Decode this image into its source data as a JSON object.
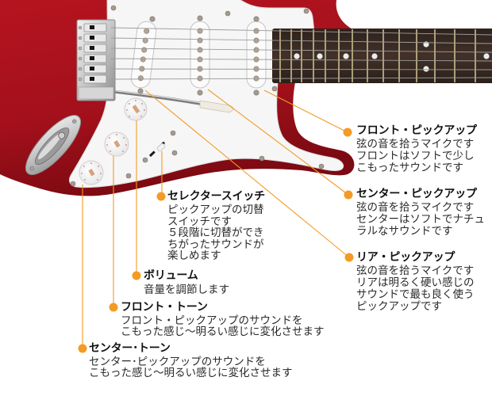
{
  "colors": {
    "accent_orange": "#f39b25",
    "body_red": "#a8121e",
    "pickguard_white": "#f6f6f6",
    "fretboard": "#3a2b24",
    "fret": "#cbbd8e",
    "heading_text": "#111111",
    "body_text": "#2a2a2a"
  },
  "annotations": {
    "front_pickup": {
      "title": "フロント・ピックアップ",
      "lines": [
        "弦の音を拾うマイクです",
        "フロントはソフトで少し",
        "こもったサウンドです"
      ]
    },
    "center_pickup": {
      "title": "センター・ピックアップ",
      "lines": [
        "弦の音を拾うマイクです",
        "センターはソフトでナチュ",
        "ラルなサウンドです"
      ]
    },
    "rear_pickup": {
      "title": "リア・ピックアップ",
      "lines": [
        "弦の音を拾うマイクです",
        "リアは明るく硬い感じの",
        "サウンドで最も良く使う",
        "ピックアップです"
      ]
    },
    "selector_switch": {
      "title": "セレクタースイッチ",
      "lines": [
        "ピックアップの切替",
        "スイッチです",
        "５段階に切替ができ",
        "ちがったサウンドが",
        "楽しめます"
      ]
    },
    "volume": {
      "title": "ボリューム",
      "lines": [
        "音量を調節します"
      ]
    },
    "front_tone": {
      "title": "フロント・トーン",
      "lines": [
        "フロント・ピックアップのサウンドを",
        "こもった感じ〜明るい感じに変化させます"
      ]
    },
    "center_tone": {
      "title": "センター･トーン",
      "lines": [
        "センター･ピックアップのサウンドを",
        "こもった感じ〜明るい感じに変化させます"
      ]
    }
  }
}
